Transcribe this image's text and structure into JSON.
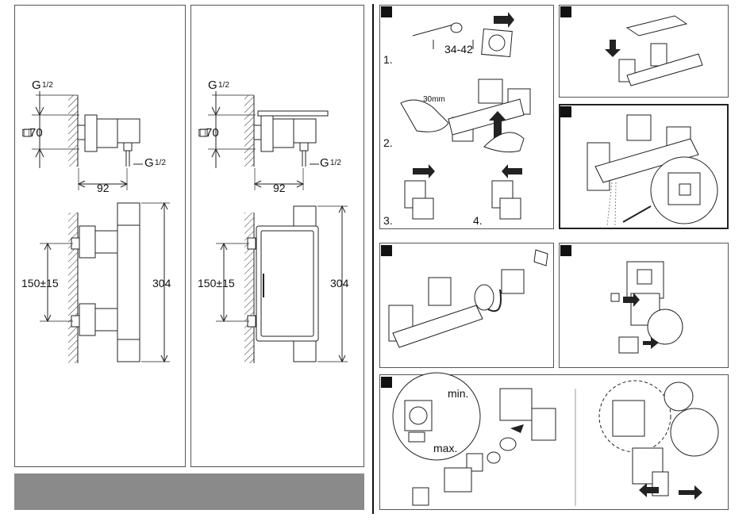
{
  "left_drawing": {
    "g_top": "G",
    "g_top_frac": "1/2",
    "square_label": "□70",
    "g_bottom": "G",
    "g_bottom_frac": "1/2",
    "dim_92": "92",
    "dim_150": "150±15",
    "dim_304": "304"
  },
  "mid_drawing": {
    "g_top": "G",
    "g_top_frac": "1/2",
    "square_label": "□70",
    "g_bottom": "G",
    "g_bottom_frac": "1/2",
    "dim_92": "92",
    "dim_150": "150±15",
    "dim_304": "304"
  },
  "install_panel": {
    "dim_34_42": "34-42",
    "dim_30mm": "30mm",
    "step1": "1.",
    "step2": "2.",
    "step3": "3.",
    "step4": "4."
  },
  "adjust_panel": {
    "min_label": "min.",
    "max_label": "max."
  }
}
